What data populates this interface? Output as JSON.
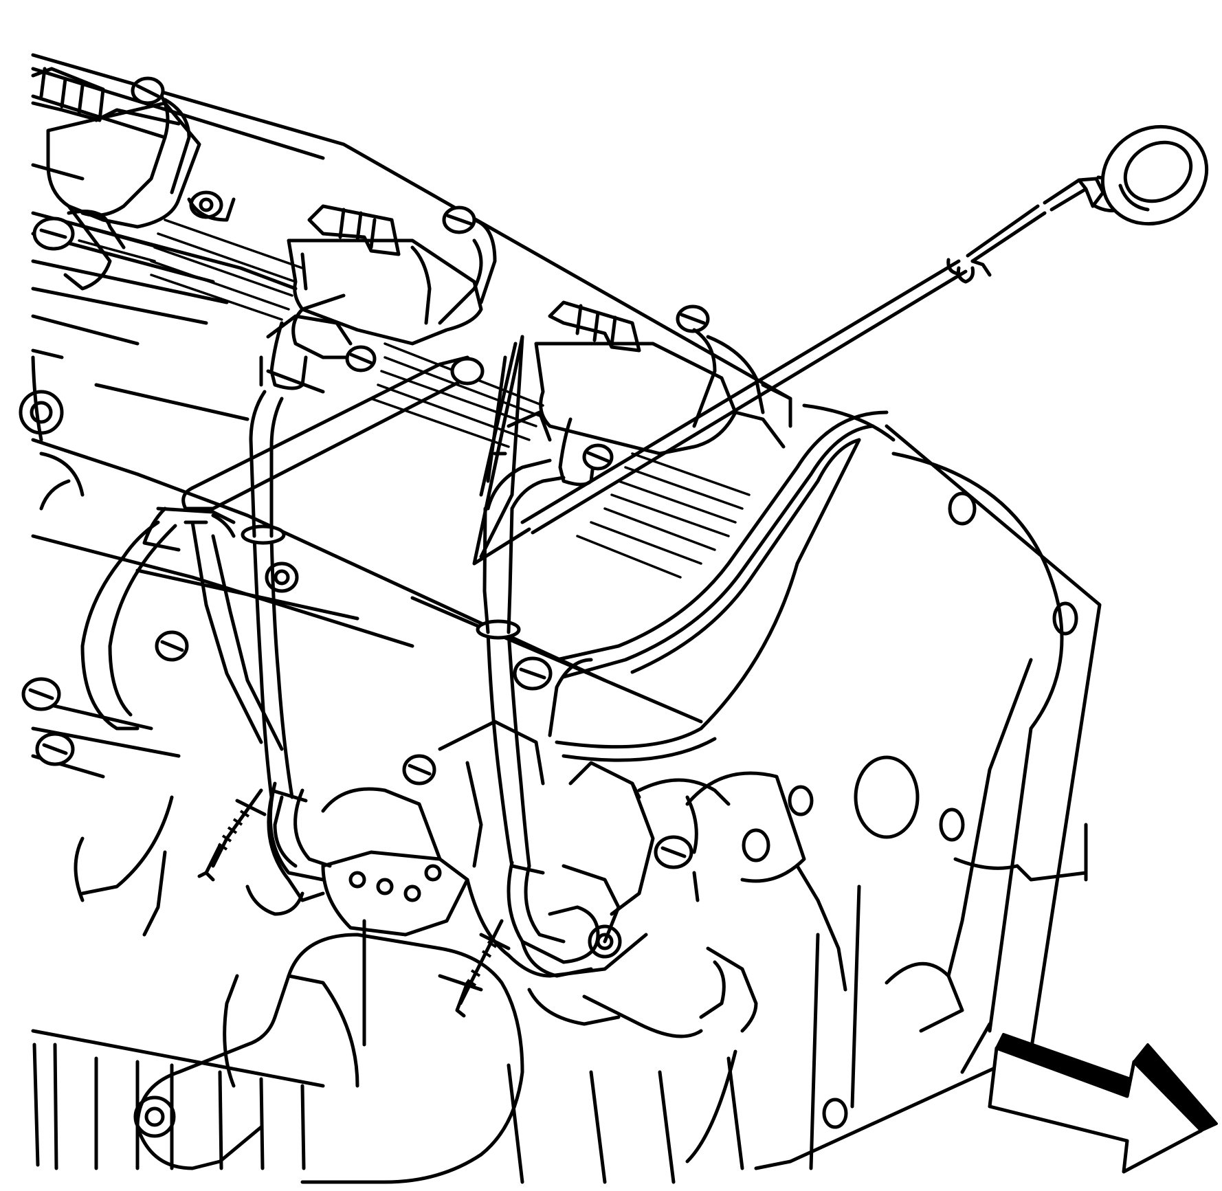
{
  "figure": {
    "kind": "line-art service illustration",
    "colors": {
      "ink": "#000000",
      "paper": "#ffffff"
    },
    "parts": [
      "ignition-coil-bank",
      "valve-cover",
      "oil-level-dipstick",
      "spark-plug-wire-front",
      "spark-plug-wire-rear",
      "spark-plug-boot-left",
      "spark-plug-boot-right",
      "exhaust-manifold",
      "engine-block",
      "view-direction-arrow"
    ]
  }
}
